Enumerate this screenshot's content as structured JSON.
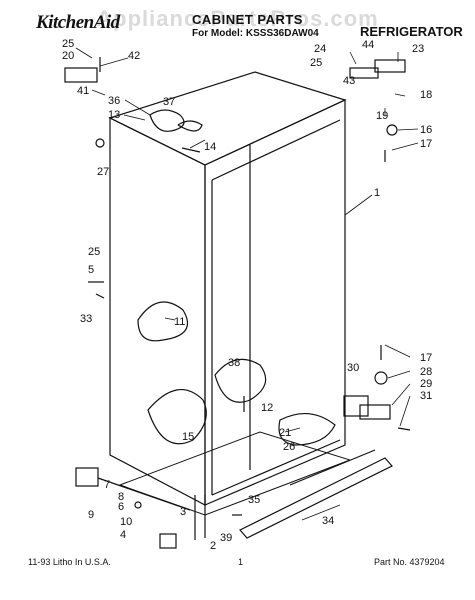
{
  "header": {
    "brand": "KitchenAid",
    "watermark": "AppliancePartsPros.com",
    "title": "CABINET PARTS",
    "model_line": "For Model: KSSS36DAW04",
    "section": "REFRIGERATOR"
  },
  "footer": {
    "left": "11-93 Litho In U.S.A.",
    "page": "1",
    "part_no": "Part No. 4379204"
  },
  "callouts": [
    "25",
    "20",
    "42",
    "41",
    "36",
    "37",
    "13",
    "14",
    "27",
    "24",
    "44",
    "23",
    "25",
    "43",
    "18",
    "19",
    "16",
    "17",
    "1",
    "25",
    "5",
    "33",
    "11",
    "38",
    "12",
    "17",
    "28",
    "30",
    "29",
    "31",
    "21",
    "26",
    "15",
    "7",
    "8",
    "9",
    "6",
    "10",
    "3",
    "4",
    "35",
    "39",
    "2",
    "34"
  ]
}
